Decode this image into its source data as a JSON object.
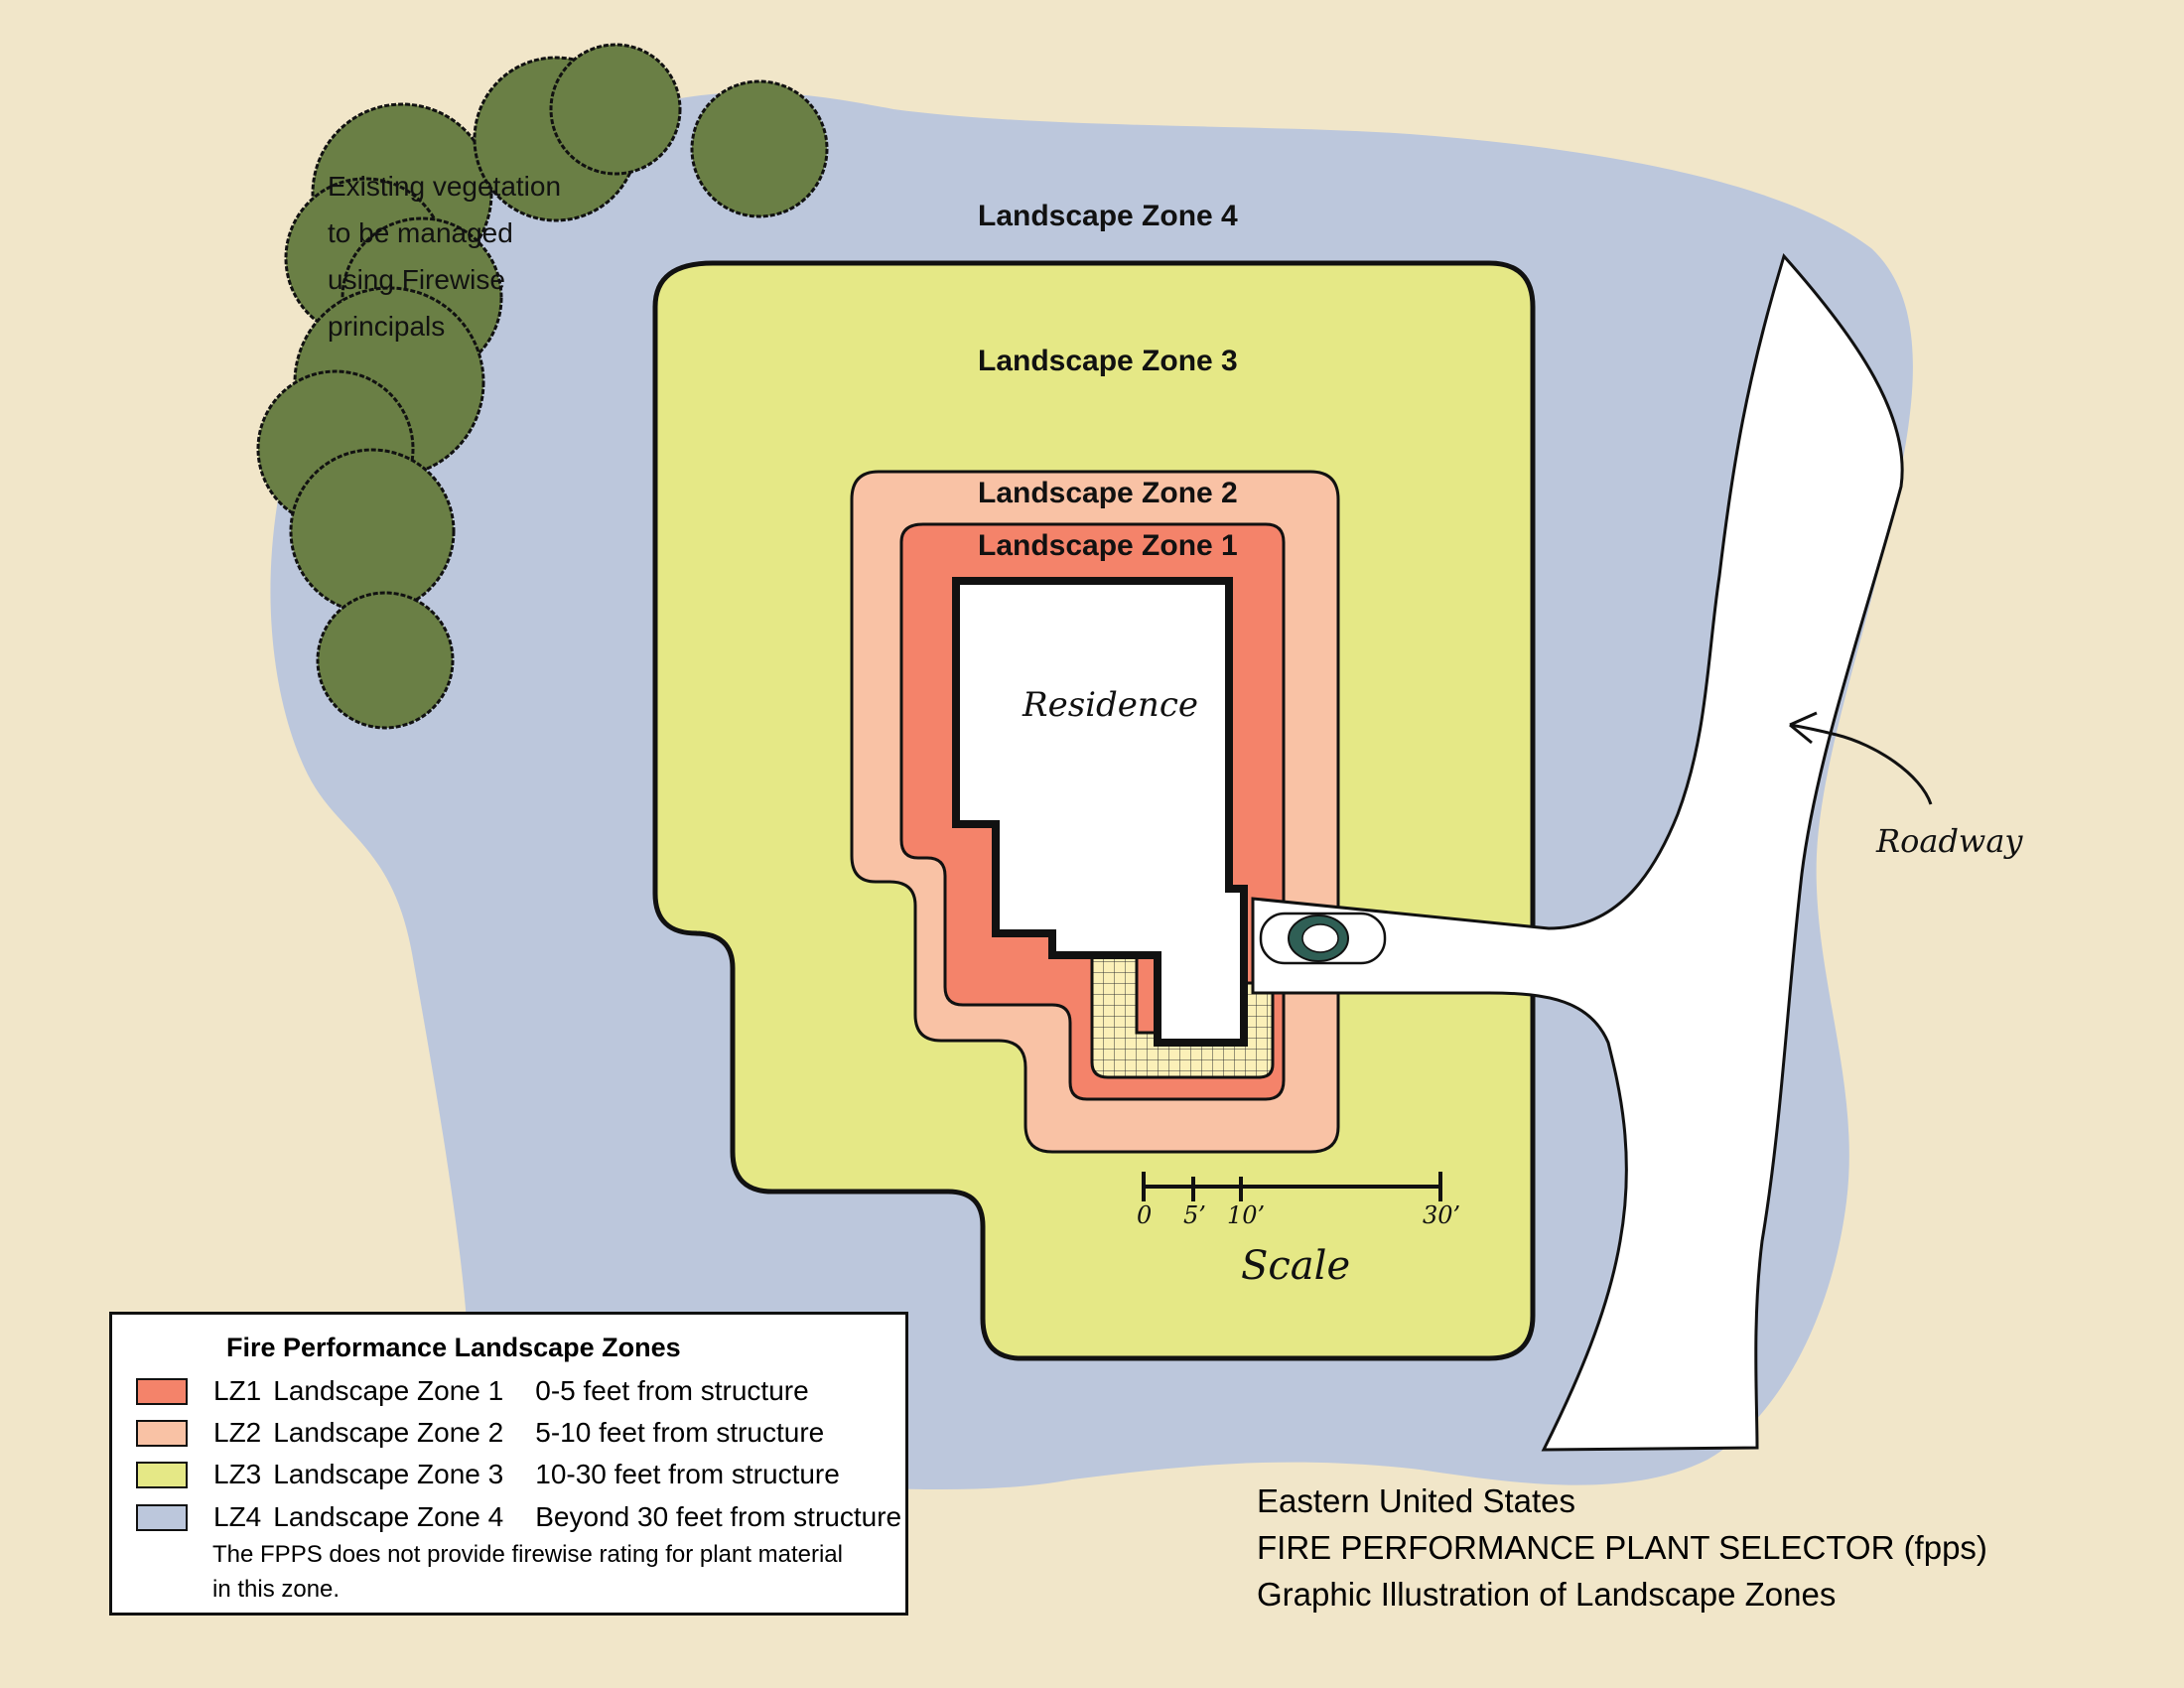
{
  "zones": {
    "z4": "Landscape Zone 4",
    "z3": "Landscape Zone 3",
    "z2": "Landscape Zone 2",
    "z1": "Landscape Zone 1"
  },
  "labels": {
    "residence": "Residence",
    "roadway": "Roadway",
    "vegetation_note": "Existing vegetation to be managed using Firewise principals"
  },
  "scale": {
    "title": "Scale",
    "ticks": [
      "0",
      "5’",
      "10’",
      "30’"
    ]
  },
  "legend": {
    "title": "Fire Performance Landscape Zones",
    "items": [
      {
        "code": "LZ1",
        "name": "Landscape Zone 1",
        "desc": "0-5 feet from structure",
        "color": "#f4836a"
      },
      {
        "code": "LZ2",
        "name": "Landscape Zone 2",
        "desc": "5-10 feet from structure",
        "color": "#f9c2a5"
      },
      {
        "code": "LZ3",
        "name": "Landscape Zone 3",
        "desc": "10-30 feet from structure",
        "color": "#e5e886"
      },
      {
        "code": "LZ4",
        "name": "Landscape Zone 4",
        "desc": "Beyond 30 feet from structure",
        "color": "#bcc7dc"
      }
    ],
    "note": "The FPPS does not provide firewise rating for plant material in this zone."
  },
  "caption": {
    "line1": "Eastern United States",
    "line2": "FIRE PERFORMANCE PLANT SELECTOR (fpps)",
    "line3": "Graphic Illustration of Landscape Zones"
  },
  "colors": {
    "background": "#f1e6c9",
    "zone4": "#bcc7dc",
    "zone3": "#e5e886",
    "zone2": "#f9c2a5",
    "zone1": "#f4836a",
    "tree": "#6a7f45",
    "patio": "#fbf0b8"
  }
}
